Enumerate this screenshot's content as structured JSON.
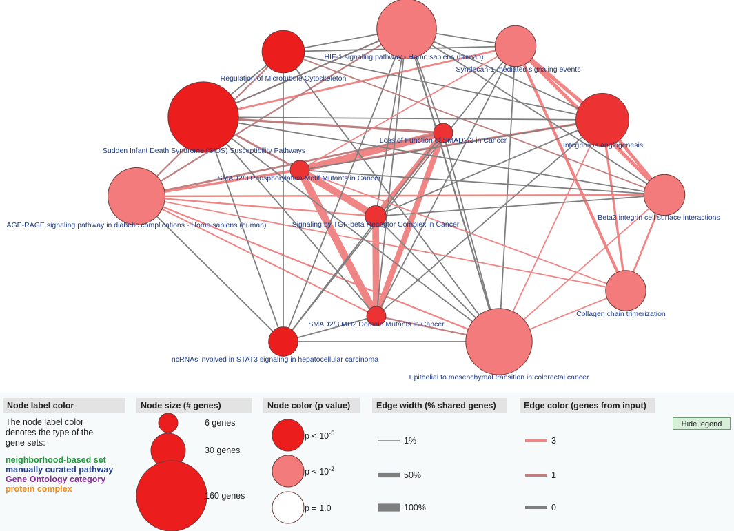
{
  "nodes": [
    {
      "id": "hif1",
      "label": "HIF-1 signaling pathway - Homo sapiens (human)",
      "size_genes": 110,
      "fill": "#f47b7b"
    },
    {
      "id": "microtubule",
      "label": "Regulation of Microtubule Cytoskeleton",
      "size_genes": 50,
      "fill": "#ec1d1d"
    },
    {
      "id": "syndecan",
      "label": "Syndecan-1-mediated signaling events",
      "size_genes": 46,
      "fill": "#f47b7b"
    },
    {
      "id": "sids",
      "label": "Sudden Infant Death Syndrome (SIDS) Susceptibility Pathways",
      "size_genes": 160,
      "fill": "#ec1d1d"
    },
    {
      "id": "integrins",
      "label": "Integrins in angiogenesis",
      "size_genes": 84,
      "fill": "#ec3232"
    },
    {
      "id": "lof_smad",
      "label": "Loss of Function of SMAD2/3 in Cancer",
      "size_genes": 6,
      "fill": "#ec3232"
    },
    {
      "id": "smad_phos",
      "label": "SMAD2/3 Phosphorylation Motif Mutants in Cancer",
      "size_genes": 6,
      "fill": "#ec3232"
    },
    {
      "id": "age_rage",
      "label": "AGE-RAGE signaling pathway in diabetic complications - Homo sapiens (human)",
      "size_genes": 100,
      "fill": "#f47b7b"
    },
    {
      "id": "tgfb",
      "label": "Signaling by TGF-beta Receptor Complex in Cancer",
      "size_genes": 8,
      "fill": "#ec3232"
    },
    {
      "id": "beta3",
      "label": "Beta3 integrin cell surface interactions",
      "size_genes": 46,
      "fill": "#f47b7b"
    },
    {
      "id": "collagen",
      "label": "Collagen chain trimerization",
      "size_genes": 44,
      "fill": "#f47b7b"
    },
    {
      "id": "smad_mh2",
      "label": "SMAD2/3 MH2 Domain Mutants in Cancer",
      "size_genes": 6,
      "fill": "#ec3232"
    },
    {
      "id": "ncrna",
      "label": "ncRNAs involved in STAT3 signaling in hepatocellular carcinoma",
      "size_genes": 20,
      "fill": "#ec1d1d"
    },
    {
      "id": "emt",
      "label": "Epithelial to mesenchymal transition in colorectal cancer",
      "size_genes": 140,
      "fill": "#f47b7b"
    }
  ],
  "edges": [
    {
      "s": "smad_phos",
      "t": "smad_mh2",
      "shared_pct": 95,
      "input_genes": 3
    },
    {
      "s": "smad_phos",
      "t": "tgfb",
      "shared_pct": 90,
      "input_genes": 3
    },
    {
      "s": "smad_phos",
      "t": "lof_smad",
      "shared_pct": 85,
      "input_genes": 3
    },
    {
      "s": "lof_smad",
      "t": "tgfb",
      "shared_pct": 60,
      "input_genes": 3
    },
    {
      "s": "lof_smad",
      "t": "smad_mh2",
      "shared_pct": 70,
      "input_genes": 3
    },
    {
      "s": "tgfb",
      "t": "smad_mh2",
      "shared_pct": 85,
      "input_genes": 3
    },
    {
      "s": "syndecan",
      "t": "integrins",
      "shared_pct": 40,
      "input_genes": 3
    },
    {
      "s": "syndecan",
      "t": "beta3",
      "shared_pct": 40,
      "input_genes": 3
    },
    {
      "s": "syndecan",
      "t": "collagen",
      "shared_pct": 30,
      "input_genes": 3
    },
    {
      "s": "integrins",
      "t": "beta3",
      "shared_pct": 35,
      "input_genes": 3
    },
    {
      "s": "integrins",
      "t": "collagen",
      "shared_pct": 20,
      "input_genes": 3
    },
    {
      "s": "beta3",
      "t": "collagen",
      "shared_pct": 15,
      "input_genes": 3
    },
    {
      "s": "sids",
      "t": "lof_smad",
      "shared_pct": 20,
      "input_genes": 1
    },
    {
      "s": "sids",
      "t": "smad_phos",
      "shared_pct": 15,
      "input_genes": 1
    },
    {
      "s": "sids",
      "t": "syndecan",
      "shared_pct": 15,
      "input_genes": 3
    },
    {
      "s": "age_rage",
      "t": "integrins",
      "shared_pct": 20,
      "input_genes": 3
    },
    {
      "s": "age_rage",
      "t": "lof_smad",
      "shared_pct": 15,
      "input_genes": 1
    },
    {
      "s": "age_rage",
      "t": "smad_phos",
      "shared_pct": 15,
      "input_genes": 3
    },
    {
      "s": "age_rage",
      "t": "tgfb",
      "shared_pct": 10,
      "input_genes": 3
    },
    {
      "s": "age_rage",
      "t": "beta3",
      "shared_pct": 12,
      "input_genes": 3
    },
    {
      "s": "age_rage",
      "t": "smad_mh2",
      "shared_pct": 8,
      "input_genes": 3
    },
    {
      "s": "age_rage",
      "t": "emt",
      "shared_pct": 10,
      "input_genes": 3
    },
    {
      "s": "age_rage",
      "t": "collagen",
      "shared_pct": 5,
      "input_genes": 3
    },
    {
      "s": "age_rage",
      "t": "ncrna",
      "shared_pct": 5,
      "input_genes": 0
    },
    {
      "s": "age_rage",
      "t": "microtubule",
      "shared_pct": 10,
      "input_genes": 1
    },
    {
      "s": "age_rage",
      "t": "hif1",
      "shared_pct": 10,
      "input_genes": 1
    },
    {
      "s": "hif1",
      "t": "sids",
      "shared_pct": 10,
      "input_genes": 1
    },
    {
      "s": "hif1",
      "t": "microtubule",
      "shared_pct": 5,
      "input_genes": 0
    },
    {
      "s": "hif1",
      "t": "syndecan",
      "shared_pct": 5,
      "input_genes": 0
    },
    {
      "s": "hif1",
      "t": "integrins",
      "shared_pct": 5,
      "input_genes": 0
    },
    {
      "s": "hif1",
      "t": "beta3",
      "shared_pct": 5,
      "input_genes": 0
    },
    {
      "s": "hif1",
      "t": "emt",
      "shared_pct": 10,
      "input_genes": 0
    },
    {
      "s": "hif1",
      "t": "ncrna",
      "shared_pct": 5,
      "input_genes": 0
    },
    {
      "s": "hif1",
      "t": "lof_smad",
      "shared_pct": 5,
      "input_genes": 0
    },
    {
      "s": "hif1",
      "t": "tgfb",
      "shared_pct": 5,
      "input_genes": 0
    },
    {
      "s": "hif1",
      "t": "smad_mh2",
      "shared_pct": 5,
      "input_genes": 0
    },
    {
      "s": "microtubule",
      "t": "sids",
      "shared_pct": 5,
      "input_genes": 0
    },
    {
      "s": "microtubule",
      "t": "integrins",
      "shared_pct": 5,
      "input_genes": 0
    },
    {
      "s": "microtubule",
      "t": "syndecan",
      "shared_pct": 5,
      "input_genes": 0
    },
    {
      "s": "microtubule",
      "t": "beta3",
      "shared_pct": 5,
      "input_genes": 1
    },
    {
      "s": "microtubule",
      "t": "emt",
      "shared_pct": 5,
      "input_genes": 0
    },
    {
      "s": "microtubule",
      "t": "ncrna",
      "shared_pct": 5,
      "input_genes": 0
    },
    {
      "s": "sids",
      "t": "integrins",
      "shared_pct": 5,
      "input_genes": 0
    },
    {
      "s": "sids",
      "t": "beta3",
      "shared_pct": 5,
      "input_genes": 0
    },
    {
      "s": "sids",
      "t": "emt",
      "shared_pct": 5,
      "input_genes": 0
    },
    {
      "s": "sids",
      "t": "ncrna",
      "shared_pct": 5,
      "input_genes": 0
    },
    {
      "s": "sids",
      "t": "smad_mh2",
      "shared_pct": 5,
      "input_genes": 0
    },
    {
      "s": "sids",
      "t": "hif1",
      "shared_pct": 5,
      "input_genes": 0
    },
    {
      "s": "syndecan",
      "t": "smad_phos",
      "shared_pct": 5,
      "input_genes": 3
    },
    {
      "s": "syndecan",
      "t": "emt",
      "shared_pct": 5,
      "input_genes": 0
    },
    {
      "s": "syndecan",
      "t": "smad_mh2",
      "shared_pct": 5,
      "input_genes": 0
    },
    {
      "s": "syndecan",
      "t": "ncrna",
      "shared_pct": 5,
      "input_genes": 0
    },
    {
      "s": "integrins",
      "t": "smad_phos",
      "shared_pct": 5,
      "input_genes": 0
    },
    {
      "s": "integrins",
      "t": "emt",
      "shared_pct": 5,
      "input_genes": 3
    },
    {
      "s": "integrins",
      "t": "smad_mh2",
      "shared_pct": 5,
      "input_genes": 0
    },
    {
      "s": "integrins",
      "t": "tgfb",
      "shared_pct": 5,
      "input_genes": 0
    },
    {
      "s": "beta3",
      "t": "emt",
      "shared_pct": 5,
      "input_genes": 3
    },
    {
      "s": "beta3",
      "t": "smad_phos",
      "shared_pct": 5,
      "input_genes": 0
    },
    {
      "s": "beta3",
      "t": "tgfb",
      "shared_pct": 5,
      "input_genes": 0
    },
    {
      "s": "collagen",
      "t": "emt",
      "shared_pct": 5,
      "input_genes": 3
    },
    {
      "s": "collagen",
      "t": "smad_phos",
      "shared_pct": 5,
      "input_genes": 3
    },
    {
      "s": "emt",
      "t": "smad_mh2",
      "shared_pct": 10,
      "input_genes": 1
    },
    {
      "s": "emt",
      "t": "ncrna",
      "shared_pct": 5,
      "input_genes": 0
    },
    {
      "s": "emt",
      "t": "tgfb",
      "shared_pct": 5,
      "input_genes": 0
    },
    {
      "s": "emt",
      "t": "lof_smad",
      "shared_pct": 5,
      "input_genes": 0
    },
    {
      "s": "ncrna",
      "t": "smad_mh2",
      "shared_pct": 5,
      "input_genes": 0
    },
    {
      "s": "ncrna",
      "t": "lof_smad",
      "shared_pct": 5,
      "input_genes": 0
    }
  ],
  "legend": {
    "label_color": {
      "header": "Node label color",
      "description": "The node label color denotes the type of the gene sets:",
      "categories": [
        {
          "label": "neighborhood-based set",
          "color": "#1f9a3a"
        },
        {
          "label": "manually curated pathway",
          "color": "#1f3c88"
        },
        {
          "label": "Gene Ontology category",
          "color": "#8b2b9b"
        },
        {
          "label": "protein complex",
          "color": "#f08c1a"
        }
      ]
    },
    "node_size": {
      "header": "Node size (# genes)",
      "items": [
        {
          "label": "6 genes",
          "genes": 6
        },
        {
          "label": "30 genes",
          "genes": 30
        },
        {
          "label": "160 genes",
          "genes": 160
        }
      ]
    },
    "node_color": {
      "header": "Node color (p value)",
      "items": [
        {
          "prefix": "p < 10",
          "sup": "-5",
          "fill": "#ec1d1d"
        },
        {
          "prefix": "p < 10",
          "sup": "-2",
          "fill": "#f47b7b"
        },
        {
          "prefix": "p = 1.0",
          "sup": "",
          "fill": "#ffffff"
        }
      ]
    },
    "edge_width": {
      "header": "Edge width (% shared genes)",
      "items": [
        {
          "label": "1%",
          "pct": 1
        },
        {
          "label": "50%",
          "pct": 50
        },
        {
          "label": "100%",
          "pct": 100
        }
      ]
    },
    "edge_color": {
      "header": "Edge color (genes from input)",
      "items": [
        {
          "label": "3",
          "color": "#f08585"
        },
        {
          "label": "1",
          "color": "#bf7f80"
        },
        {
          "label": "0",
          "color": "#7f7f7f"
        }
      ]
    },
    "hide_button": "Hide legend"
  }
}
